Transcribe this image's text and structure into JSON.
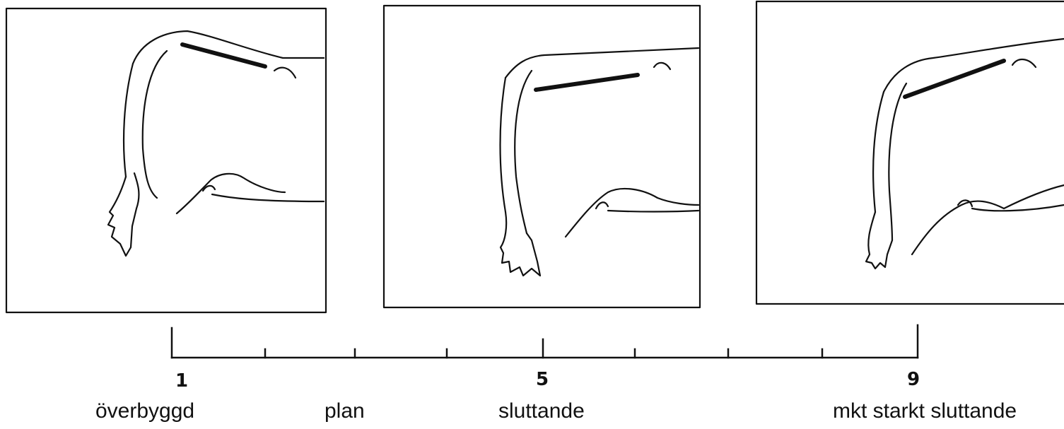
{
  "scale": {
    "min_label": "1",
    "mid_label": "5",
    "max_label": "9"
  },
  "categories": [
    {
      "label": "överbyggd"
    },
    {
      "label": "plan"
    },
    {
      "label": "sluttande"
    },
    {
      "label": "mkt starkt sluttande"
    }
  ]
}
